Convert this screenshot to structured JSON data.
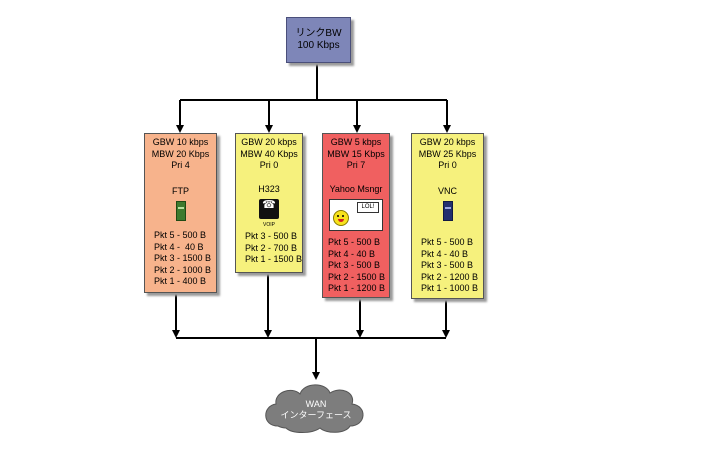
{
  "root": {
    "line1": "リンクBW",
    "line2": "100 Kbps"
  },
  "queues": [
    {
      "gbw": "GBW 10 kbps",
      "mbw": "MBW 20 Kbps",
      "pri": "Pri 4",
      "app": "FTP",
      "icon": "ftp-icon",
      "packets": [
        "Pkt 5 - 500 B",
        "Pkt 4 -  40 B",
        "Pkt 3 - 1500 B",
        "Pkt 2 - 1000 B",
        "Pkt 1 - 400 B"
      ],
      "color": "#f7b38c"
    },
    {
      "gbw": "GBW 20 kbps",
      "mbw": "MBW 40 Kbps",
      "pri": "Pri 0",
      "app": "H323",
      "icon": "voip-phone-icon",
      "icon_label": "VOIP",
      "packets": [
        "Pkt 3 - 500 B",
        "Pkt 2 - 700 B",
        "Pkt 1 - 1500 B"
      ],
      "color": "#f6f17d"
    },
    {
      "gbw": "GBW 5 kbps",
      "mbw": "MBW 15 Kbps",
      "pri": "Pri 7",
      "app": "Yahoo Msngr",
      "icon": "messenger-smiley-icon",
      "icon_label": "LOL!",
      "packets": [
        "Pkt 5 - 500 B",
        "Pkt 4 - 40 B",
        "Pkt 3 - 500 B",
        "Pkt 2 - 1500 B",
        "Pkt 1 - 1200 B"
      ],
      "color": "#f06060"
    },
    {
      "gbw": "GBW 20 kbps",
      "mbw": "MBW 25 Kbps",
      "pri": "Pri 0",
      "app": "VNC",
      "icon": "vnc-icon",
      "packets": [
        "Pkt 5 - 500 B",
        "Pkt 4 - 40 B",
        "Pkt 3 - 500 B",
        "Pkt 2 - 1200 B",
        "Pkt 1 - 1000 B"
      ],
      "color": "#f6f17d"
    }
  ],
  "wan": {
    "line1": "WAN",
    "line2": "インターフェース",
    "icon": "cloud-icon"
  }
}
